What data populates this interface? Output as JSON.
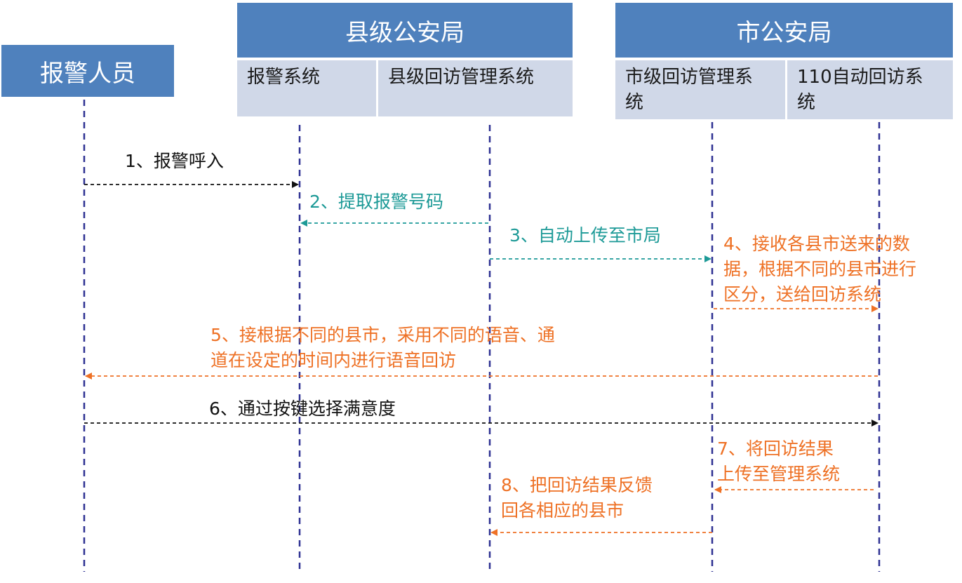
{
  "headers": {
    "caller": "报警人员",
    "county": "县级公安局",
    "city": "市公安局"
  },
  "subheaders": {
    "alarm_system": "报警系统",
    "county_mgmt": "县级回访管理系统",
    "city_mgmt_line1": "市级回访管理系",
    "city_mgmt_line2": "统",
    "auto_line1": "110自动回访系",
    "auto_line2": "统"
  },
  "messages": {
    "m1": "1、报警呼入",
    "m2": "2、提取报警号码",
    "m3": "3、自动上传至市局",
    "m4_line1": "4、接收各县市送来的数",
    "m4_line2": "据，根据不同的县市进行",
    "m4_line3": "区分，送给回访系统",
    "m5_line1": "5、接根据不同的县市，采用不同的语音、通",
    "m5_line2": "道在设定的时间内进行语音回访",
    "m6": "6、通过按键选择满意度",
    "m7_line1": "7、将回访结果",
    "m7_line2": "上传至管理系统",
    "m8_line1": "8、把回访结果反馈",
    "m8_line2": "回各相应的县市"
  },
  "colors": {
    "header_blue": "#4f81bd",
    "subheader_gray": "#d0d8e8",
    "lifeline_navy": "#2e3192",
    "arrow_black": "#111111",
    "arrow_teal": "#1d9a97",
    "arrow_orange": "#ee7125"
  }
}
